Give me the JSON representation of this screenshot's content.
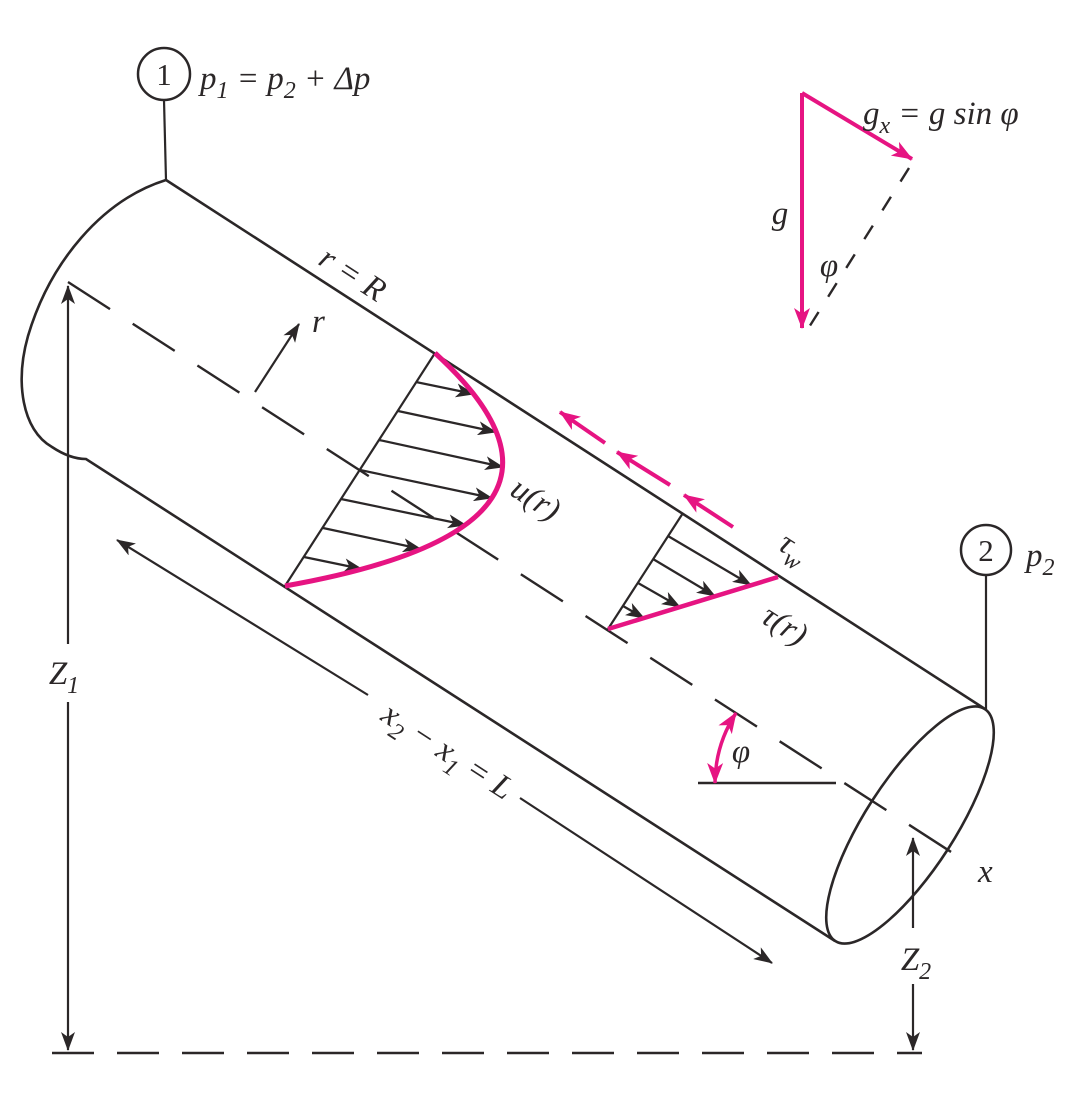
{
  "colors": {
    "ink": "#2b2728",
    "accent": "#e61482",
    "background": "#ffffff"
  },
  "station1": {
    "number": "1",
    "pressure": "p_1_ = p_2_ + Δp"
  },
  "station2": {
    "number": "2",
    "pressure": "p_2_"
  },
  "pipe": {
    "wall_label": "r = R",
    "radial_axis": "r",
    "velocity_profile": "u(r)",
    "axial_coordinate": "x",
    "length_dimension": "x_2_ − x_1_ = L",
    "incline_angle": "φ"
  },
  "shear": {
    "wall": "τ_w_",
    "distribution": "τ(r)"
  },
  "gravity": {
    "vector": "g",
    "axial_component": "g_x_ = g sin φ",
    "angle": "φ"
  },
  "elevation": {
    "datum1": "Z_1_",
    "datum2": "Z_2_"
  }
}
